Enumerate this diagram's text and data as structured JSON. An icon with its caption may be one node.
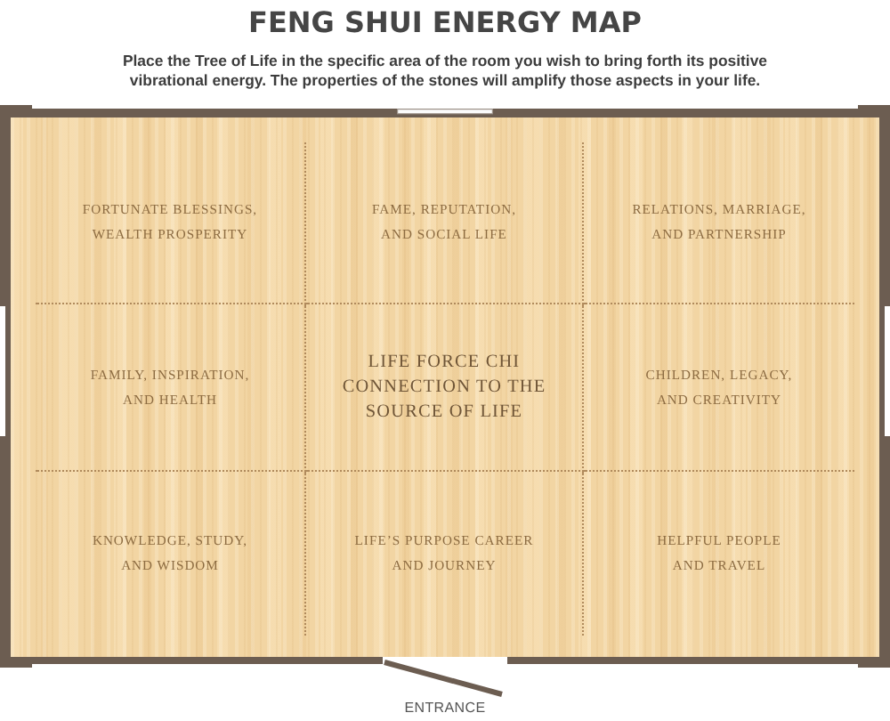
{
  "diagram": {
    "title": "FENG SHUI ENERGY MAP",
    "nodes": [
      {
        "text": [
          "FORTUNATE BLESSINGS, WEALTH PROSPERITY"
        ]
      },
      {
        "text": [
          "FAME, REPUTATION, AND SOCIAL LIFE"
        ]
      },
      {
        "text": [
          "RELATIONS, MARRIAGE, AND PARTNERSHIP"
        ]
      },
      {
        "text": [
          "FAMILY, INSPIRATION, AND HEALTH"
        ]
      },
      {
        "text": [
          "LIFE FORCE CHI CONNECTION TO THE SOURCE OF LIFE"
        ]
      },
      {
        "text": [
          "CHILDREN, LEGACY, AND CREATIVITY"
        ]
      },
      {
        "text": [
          "KNOWLEDGE, STUDY, AND WISDOM"
        ]
      },
      {
        "text": [
          "LIFE’S PURPOSE CAREER AND JOURNEY"
        ]
      },
      {
        "text": [
          "HELPFUL PEOPLE AND TRAVEL"
        ]
      }
    ],
    "labels": [
      "Place the Tree of Life in the specific area of the room you wish to bring forth its positive vibrational energy. The properties of the stones will amplify those aspects in your life.",
      "ENTRANCE"
    ]
  }
}
